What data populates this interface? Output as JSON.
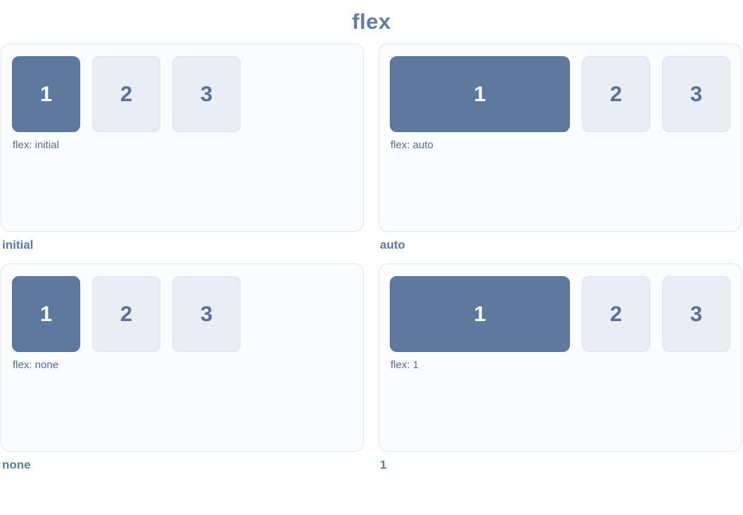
{
  "title": "flex",
  "colors": {
    "title_color": "#5d7ca8",
    "highlight_box_bg": "#5f789e",
    "highlight_box_text": "#f6f9fc",
    "plain_box_bg": "#e9edf4",
    "plain_box_text": "#5b7296",
    "panel_bg": "#fbfcfe",
    "panel_border": "#dee5f0",
    "caption_color": "#546a8e",
    "label_color": "#5b7ba3"
  },
  "panels": [
    {
      "label": "initial",
      "caption": "flex: initial",
      "boxes": [
        "1",
        "2",
        "3"
      ]
    },
    {
      "label": "auto",
      "caption": "flex: auto",
      "boxes": [
        "1",
        "2",
        "3"
      ]
    },
    {
      "label": "none",
      "caption": "flex: none",
      "boxes": [
        "1",
        "2",
        "3"
      ]
    },
    {
      "label": "1",
      "caption": "flex: 1",
      "boxes": [
        "1",
        "2",
        "3"
      ]
    }
  ]
}
